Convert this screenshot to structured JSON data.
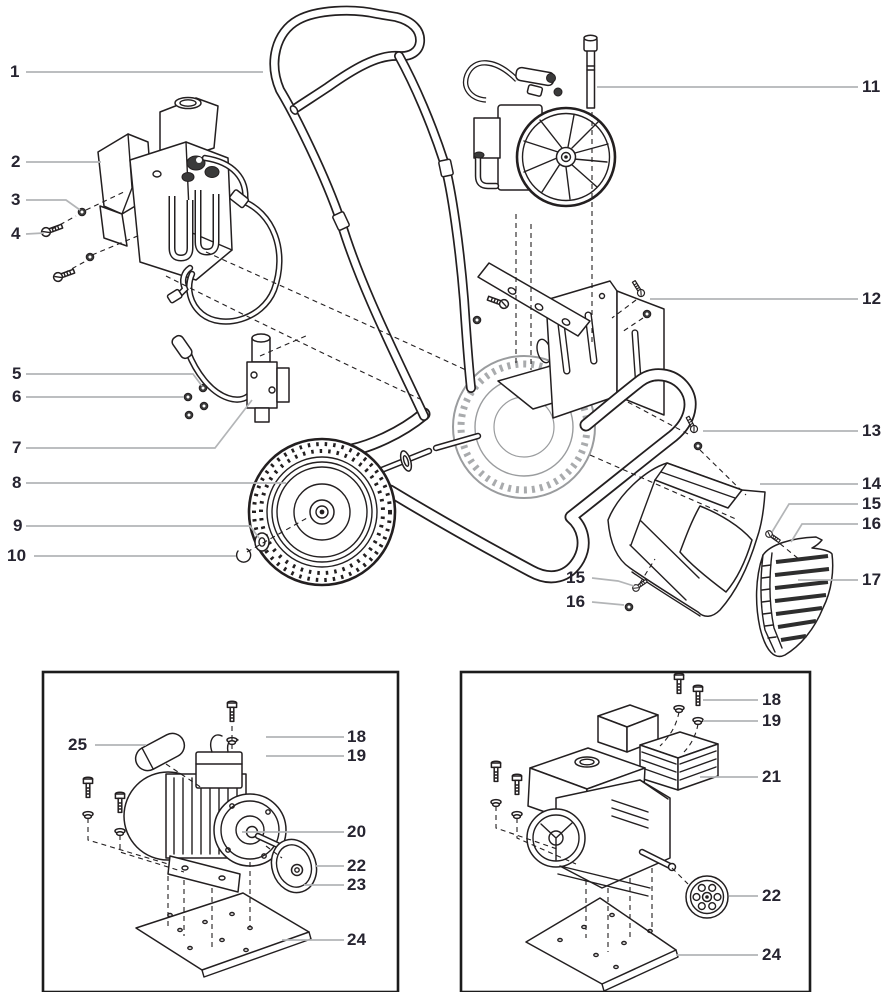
{
  "figure": {
    "kind": "exploded-parts-diagram",
    "views": {
      "main": "cart and sprayer assembly",
      "inset_left": "electric motor assembly",
      "inset_right": "gas engine assembly"
    }
  },
  "colors": {
    "ink": "#231f20",
    "leader_line": "#b3b5b7",
    "label_text": "#262430",
    "background": "#ffffff"
  },
  "callouts": {
    "c1": "1",
    "c2": "2",
    "c3": "3",
    "c4": "4",
    "c5": "5",
    "c6": "6",
    "c7": "7",
    "c8": "8",
    "c9": "9",
    "c10": "10",
    "c11": "11",
    "c12": "12",
    "c13": "13",
    "c14": "14",
    "c15": "15",
    "c16": "16",
    "c17": "17",
    "c15_inner": "15",
    "c16_inner": "16",
    "box1_c25": "25",
    "box1_c18": "18",
    "box1_c19": "19",
    "box1_c20": "20",
    "box1_c22": "22",
    "box1_c23": "23",
    "box1_c24": "24",
    "box2_c18": "18",
    "box2_c19": "19",
    "box2_c21": "21",
    "box2_c22": "22",
    "box2_c24": "24"
  }
}
